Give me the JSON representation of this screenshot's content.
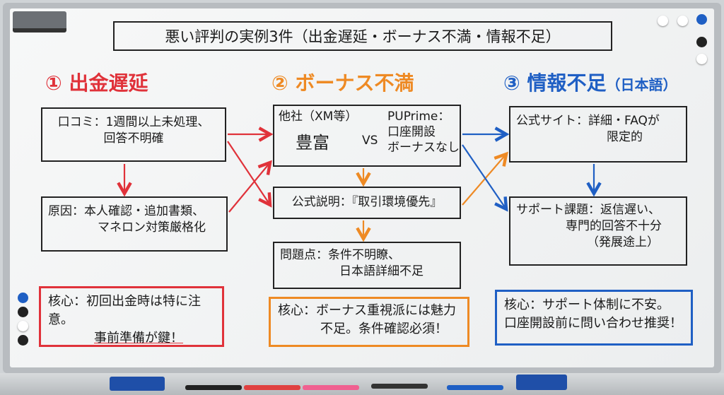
{
  "title": "悪い評判の実例3件（出金遅延・ボーナス不満・情報不足）",
  "col1": {
    "heading": "① 出金遅延",
    "box1": [
      "口コミ：1週間以上未処理、",
      "回答不明確"
    ],
    "box2": [
      "原因：本人確認・追加書類、",
      "マネロン対策厳格化"
    ],
    "core": [
      "核心：初回出金時は特に注意。",
      "事前準備が鍵！"
    ]
  },
  "col2": {
    "heading": "② ボーナス不満",
    "box1": {
      "left_label": "他社（XM等）",
      "left_value": "豊富",
      "vs": "VS",
      "right": [
        "PUPrime：",
        "口座開設",
        "ボーナスなし"
      ]
    },
    "box2": "公式説明：『取引環境優先』",
    "box3": [
      "問題点：条件不明瞭、",
      "日本語詳細不足"
    ],
    "core": [
      "核心：ボーナス重視派には魅力",
      "不足。条件確認必須！"
    ]
  },
  "col3": {
    "heading": "③ 情報不足",
    "heading_sub": "（日本語）",
    "box1": [
      "公式サイト：詳細・FAQが",
      "限定的"
    ],
    "box2": [
      "サポート課題：返信遅い、",
      "専門的回答不十分",
      "（発展途上）"
    ],
    "core": [
      "核心：サポート体制に不安。",
      "口座開設前に問い合わせ推奨！"
    ]
  },
  "colors": {
    "red": "#e0323a",
    "orange": "#ee8a24",
    "blue": "#1f5fc4"
  }
}
